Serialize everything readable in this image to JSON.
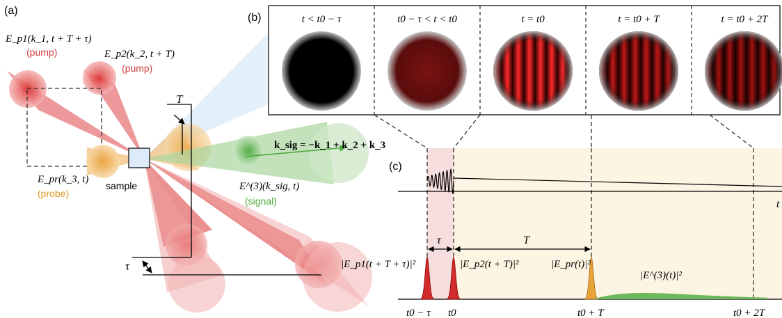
{
  "panels": {
    "a": "(a)",
    "b": "(b)",
    "c": "(c)"
  },
  "beams": {
    "pump1": {
      "label": "E_p1(k_1, t + T + τ)",
      "role": "(pump)"
    },
    "pump2": {
      "label": "E_p2(k_2, t + T)",
      "role": "(pump)"
    },
    "probe": {
      "label": "E_pr(k_3, t)",
      "role": "(probe)"
    },
    "signal": {
      "label": "E^(3)(k_sig, t)",
      "role": "(signal)"
    },
    "ksig": "k_sig = −k_1 + k_2 + k_3"
  },
  "sample_label": "sample",
  "delays": {
    "T": "T",
    "tau": "τ"
  },
  "frames": [
    {
      "time": "t < t0 − τ",
      "state": "dark"
    },
    {
      "time": "t0 − τ < t < t0",
      "state": "uniform"
    },
    {
      "time": "t = t0",
      "state": "grating"
    },
    {
      "time": "t = t0 + T",
      "state": "grating-decayed"
    },
    {
      "time": "t = t0 + 2T",
      "state": "grating-decayed-2"
    }
  ],
  "timeline": {
    "t_axis": "t",
    "pulse_labels": {
      "p1": "|E_p1(t + T + τ)|²",
      "p2": "|E_p2(t + T)|²",
      "pr": "|E_pr(t)|²",
      "sig": "|E^(3)(t)|²"
    },
    "ticks": [
      "t0 − τ",
      "t0",
      "t0 + T",
      "t0 + 2T"
    ],
    "interval_tau": "τ",
    "interval_T": "T"
  },
  "colors": {
    "pump": "#d03a3a",
    "probe": "#e8a33a",
    "signal": "#4caa3a",
    "pink_region": "#f7dede",
    "cream_region": "#fdf5e3"
  }
}
